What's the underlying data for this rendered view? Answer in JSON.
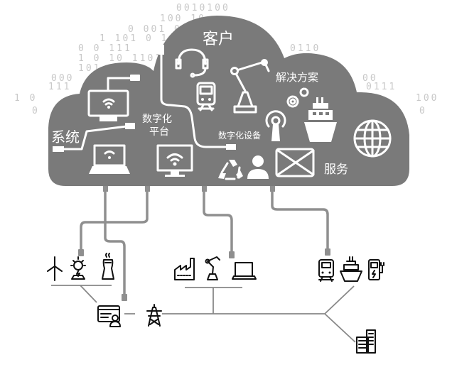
{
  "binary_rows": [
    "0010100",
    "100   10",
    "0  001    0",
    "1  101    0  1",
    "0 0 111   0110",
    "1 0 10    11011",
    "101             1",
    "000             00",
    "111             0111",
    "1 0             100",
    "0                   0"
  ],
  "cloud": {
    "customer": "客户",
    "solutions": "解决方案",
    "system": "系统",
    "platform_line1": "数字化",
    "platform_line2": "平台",
    "devices": "数字化设备",
    "services": "服务"
  },
  "colors": {
    "cloud": "#7a7a7a",
    "cable": "#8f8f8f",
    "icon": "#111111"
  }
}
